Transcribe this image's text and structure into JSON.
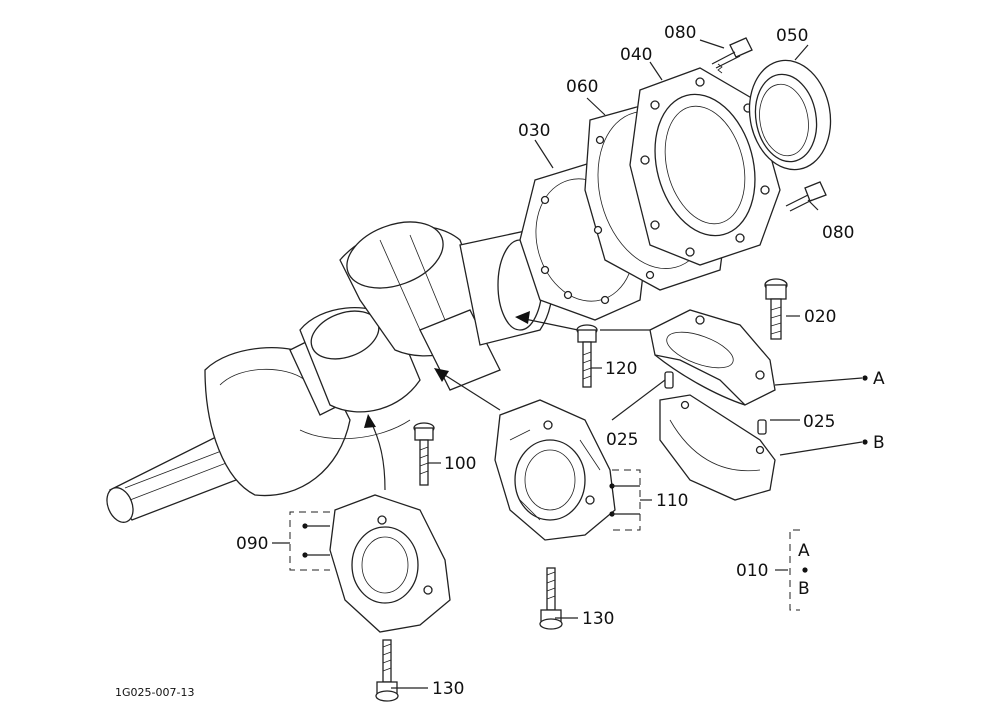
{
  "diagram": {
    "figure_id": "1G025-007-13",
    "callouts": [
      {
        "id": "080a",
        "text": "080"
      },
      {
        "id": "050",
        "text": "050"
      },
      {
        "id": "040",
        "text": "040"
      },
      {
        "id": "060",
        "text": "060"
      },
      {
        "id": "030",
        "text": "030"
      },
      {
        "id": "080b",
        "text": "080"
      },
      {
        "id": "020",
        "text": "020"
      },
      {
        "id": "120",
        "text": "120"
      },
      {
        "id": "025a",
        "text": "025"
      },
      {
        "id": "025b",
        "text": "025"
      },
      {
        "id": "A",
        "text": "A"
      },
      {
        "id": "B",
        "text": "B"
      },
      {
        "id": "100",
        "text": "100"
      },
      {
        "id": "110",
        "text": "110"
      },
      {
        "id": "090",
        "text": "090"
      },
      {
        "id": "130a",
        "text": "130"
      },
      {
        "id": "130b",
        "text": "130"
      },
      {
        "id": "010",
        "text": "010"
      },
      {
        "id": "010A",
        "text": "A"
      },
      {
        "id": "010B",
        "text": "B"
      }
    ]
  }
}
